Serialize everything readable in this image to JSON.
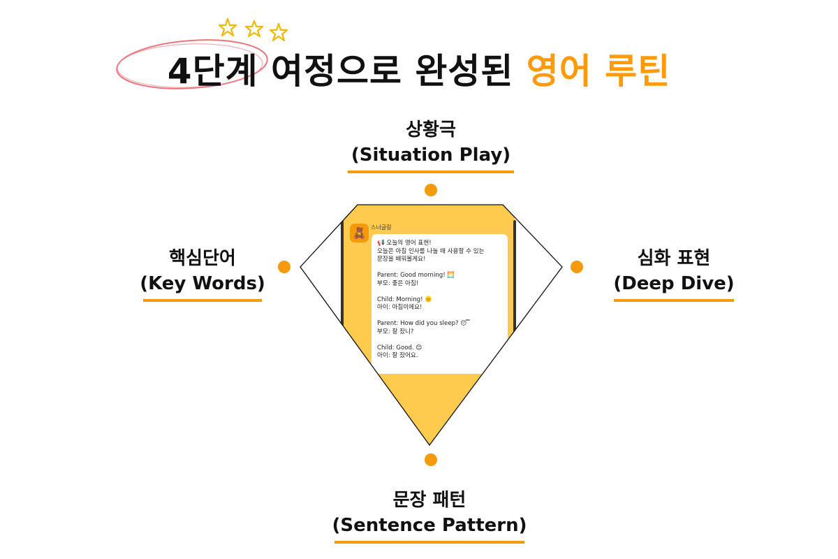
{
  "title": {
    "part1": "4단계 여정으로 완성된 ",
    "highlight": "영어 루틴"
  },
  "stages": {
    "top": {
      "ko": "상황극",
      "en": "(Situation Play)"
    },
    "left": {
      "ko": "핵심단어",
      "en": "(Key Words)"
    },
    "right": {
      "ko": "심화 표현",
      "en": "(Deep Dive)"
    },
    "bottom": {
      "ko": "문장 패턴",
      "en": "(Sentence Pattern)"
    }
  },
  "chat": {
    "bot_name": "스너글링",
    "avatar": "🧸",
    "intro": [
      "📢 오늘의 영어 표현!",
      "오늘은 아침 인사를 나눌 때 사용할 수 있는",
      "문장을 배워볼게요!"
    ],
    "dialogue": [
      {
        "en": "Parent: Good morning! 🌅",
        "ko": "부모: 좋은 아침!"
      },
      {
        "en": "Child: Morning! 🌞",
        "ko": "아이: 아침이에요!"
      },
      {
        "en": "Parent: How did you sleep? 😴",
        "ko": "부모: 잘 잤니?"
      },
      {
        "en": "Child: Good. 😊",
        "ko": "아이: 잘 잤어요."
      }
    ]
  },
  "colors": {
    "accent": "#f59a0b",
    "phone": "#ffcb4f",
    "circle": "#e8505b",
    "stars": "#f5b800"
  }
}
